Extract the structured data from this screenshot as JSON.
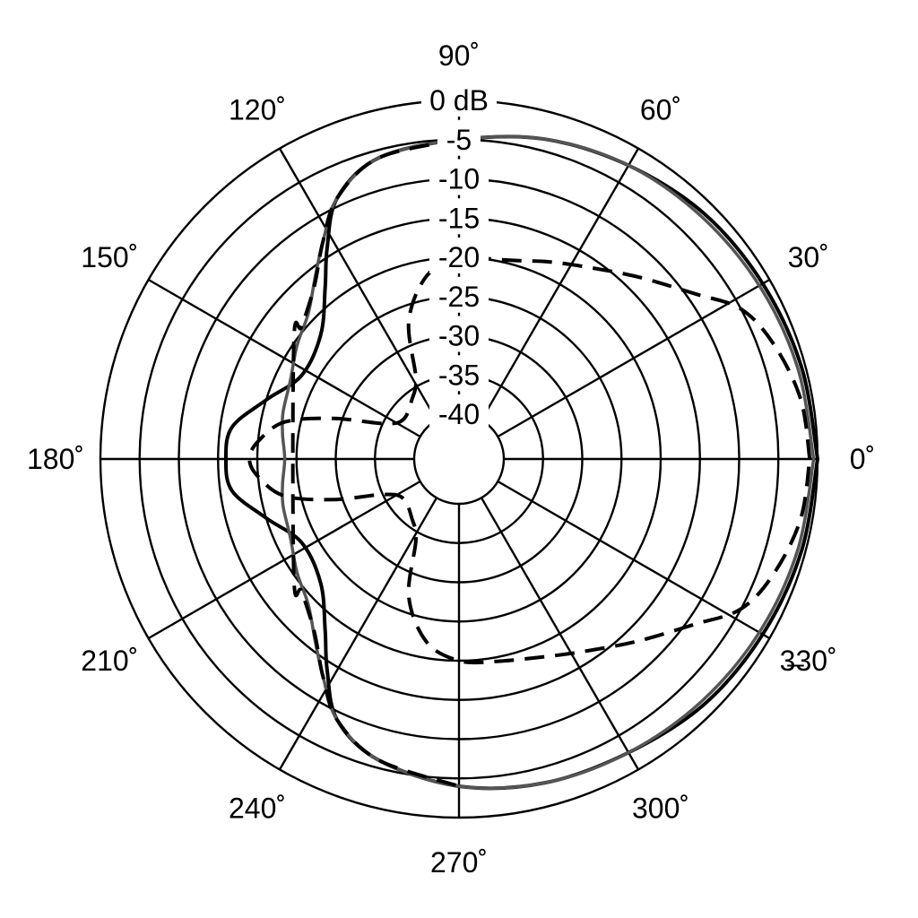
{
  "chart_data": {
    "type": "polar-line",
    "angle_unit": "degrees",
    "radial_unit": "dB",
    "radial_range": [
      -40,
      0
    ],
    "radial_ticks": [
      {
        "value": 0,
        "label": "0 dB"
      },
      {
        "value": -5,
        "label": "-5"
      },
      {
        "value": -10,
        "label": "-10"
      },
      {
        "value": -15,
        "label": "-15"
      },
      {
        "value": -20,
        "label": "-20"
      },
      {
        "value": -25,
        "label": "-25"
      },
      {
        "value": -30,
        "label": "-30"
      },
      {
        "value": -35,
        "label": "-35"
      },
      {
        "value": -40,
        "label": "-40"
      }
    ],
    "angle_ticks": [
      {
        "value": 0,
        "label": "0˚"
      },
      {
        "value": 30,
        "label": "30˚"
      },
      {
        "value": 60,
        "label": "60˚"
      },
      {
        "value": 90,
        "label": "90˚"
      },
      {
        "value": 120,
        "label": "120˚"
      },
      {
        "value": 150,
        "label": "150˚"
      },
      {
        "value": 180,
        "label": "180˚"
      },
      {
        "value": 210,
        "label": "210˚"
      },
      {
        "value": 240,
        "label": "240˚"
      },
      {
        "value": 270,
        "label": "270˚"
      },
      {
        "value": 300,
        "label": "300˚"
      },
      {
        "value": 330,
        "label": "3̶30˚"
      }
    ],
    "spoke_angles": [
      0,
      30,
      60,
      90,
      120,
      150,
      180,
      210,
      240,
      270,
      300,
      330
    ],
    "series": [
      {
        "style": "solid-black",
        "color": "#000000",
        "points": [
          [
            0,
            0
          ],
          [
            15,
            -0.5
          ],
          [
            30,
            -1
          ],
          [
            45,
            -1.5
          ],
          [
            60,
            -2.5
          ],
          [
            75,
            -3.5
          ],
          [
            90,
            -5
          ],
          [
            105,
            -6
          ],
          [
            115,
            -9
          ],
          [
            122,
            -14
          ],
          [
            128,
            -18
          ],
          [
            138,
            -22
          ],
          [
            152,
            -23
          ],
          [
            163,
            -20
          ],
          [
            172,
            -16.5
          ],
          [
            180,
            -16
          ],
          [
            188,
            -16.5
          ],
          [
            197,
            -20
          ],
          [
            208,
            -23
          ],
          [
            222,
            -22
          ],
          [
            232,
            -18
          ],
          [
            238,
            -14
          ],
          [
            245,
            -9
          ],
          [
            255,
            -6
          ],
          [
            270,
            -4
          ],
          [
            285,
            -3
          ],
          [
            300,
            -2.5
          ],
          [
            315,
            -1.5
          ],
          [
            330,
            -1
          ],
          [
            345,
            -0.5
          ],
          [
            360,
            0
          ]
        ]
      },
      {
        "style": "solid-gray",
        "color": "#555555",
        "points": [
          [
            0,
            -0.5
          ],
          [
            15,
            -1
          ],
          [
            30,
            -1.5
          ],
          [
            45,
            -2
          ],
          [
            60,
            -2.5
          ],
          [
            75,
            -3.5
          ],
          [
            90,
            -5
          ],
          [
            105,
            -6
          ],
          [
            115,
            -9
          ],
          [
            122,
            -13
          ],
          [
            128,
            -16
          ],
          [
            136,
            -19
          ],
          [
            145,
            -20.5
          ],
          [
            155,
            -22
          ],
          [
            165,
            -22.5
          ],
          [
            172,
            -23
          ],
          [
            180,
            -23.5
          ],
          [
            188,
            -23
          ],
          [
            195,
            -22.5
          ],
          [
            205,
            -22
          ],
          [
            215,
            -20.5
          ],
          [
            224,
            -19
          ],
          [
            232,
            -16
          ],
          [
            238,
            -13
          ],
          [
            245,
            -9
          ],
          [
            255,
            -6
          ],
          [
            270,
            -4
          ],
          [
            285,
            -3
          ],
          [
            300,
            -2.5
          ],
          [
            315,
            -2
          ],
          [
            330,
            -1.5
          ],
          [
            345,
            -1
          ],
          [
            360,
            -0.5
          ]
        ]
      },
      {
        "style": "dashed-black",
        "color": "#000000",
        "points": [
          [
            0,
            -1
          ],
          [
            10,
            -1.5
          ],
          [
            20,
            -3
          ],
          [
            28,
            -5
          ],
          [
            35,
            -9
          ],
          [
            45,
            -13
          ],
          [
            55,
            -16
          ],
          [
            65,
            -18
          ],
          [
            75,
            -19.5
          ],
          [
            85,
            -20
          ],
          [
            90,
            -20
          ],
          [
            100,
            -22
          ],
          [
            110,
            -27
          ],
          [
            118,
            -34
          ],
          [
            128,
            -36
          ],
          [
            145,
            -37
          ],
          [
            155,
            -35
          ],
          [
            162,
            -29
          ],
          [
            168,
            -23
          ],
          [
            175,
            -20
          ],
          [
            180,
            -19
          ],
          [
            185,
            -20
          ],
          [
            192,
            -23
          ],
          [
            198,
            -29
          ],
          [
            205,
            -35
          ],
          [
            215,
            -37
          ],
          [
            232,
            -36
          ],
          [
            242,
            -34
          ],
          [
            250,
            -27
          ],
          [
            260,
            -22
          ],
          [
            270,
            -20
          ],
          [
            280,
            -19.5
          ],
          [
            295,
            -18
          ],
          [
            305,
            -16
          ],
          [
            315,
            -13
          ],
          [
            325,
            -9
          ],
          [
            332,
            -5
          ],
          [
            340,
            -3
          ],
          [
            350,
            -1.5
          ],
          [
            360,
            -1
          ]
        ]
      },
      {
        "style": "dashed-black",
        "color": "#000000",
        "points": [
          [
            90,
            -5
          ],
          [
            105,
            -6
          ],
          [
            115,
            -9
          ],
          [
            122,
            -13
          ],
          [
            130,
            -17
          ],
          [
            140,
            -19.5
          ],
          [
            145,
            -20
          ],
          [
            215,
            -20
          ],
          [
            220,
            -19.5
          ],
          [
            230,
            -17
          ],
          [
            238,
            -13
          ],
          [
            245,
            -9
          ],
          [
            255,
            -6
          ],
          [
            270,
            -4
          ]
        ]
      }
    ]
  }
}
